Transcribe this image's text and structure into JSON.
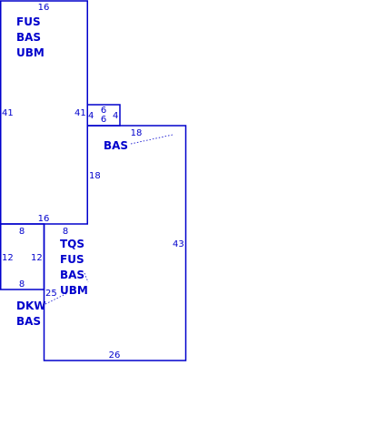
{
  "sections": [
    {
      "name": "upper-left-block",
      "labels": [
        "FUS",
        "BAS",
        "UBM"
      ],
      "dimensions": {
        "top": "16",
        "left": "41",
        "right": "41",
        "bottom": "16"
      }
    },
    {
      "name": "small-connector",
      "dimensions": {
        "left": "4",
        "top": "6",
        "bottom": "6",
        "right": "4"
      }
    },
    {
      "name": "main-block",
      "labels": [
        "BAS"
      ],
      "dimensions": {
        "top": "18",
        "left": "18",
        "right": "43",
        "bottom": "26"
      }
    },
    {
      "name": "lower-middle-block",
      "labels": [
        "TQS",
        "FUS",
        "BAS",
        "UBM"
      ],
      "dimensions": {
        "top": "8",
        "left": "25"
      }
    },
    {
      "name": "lower-left-block",
      "labels": [
        "DKW",
        "BAS"
      ],
      "dimensions": {
        "top": "8",
        "left": "12",
        "right": "12",
        "bottom": "8"
      }
    }
  ],
  "colors": {
    "line": "#0000cc",
    "background": "#ffffff"
  }
}
